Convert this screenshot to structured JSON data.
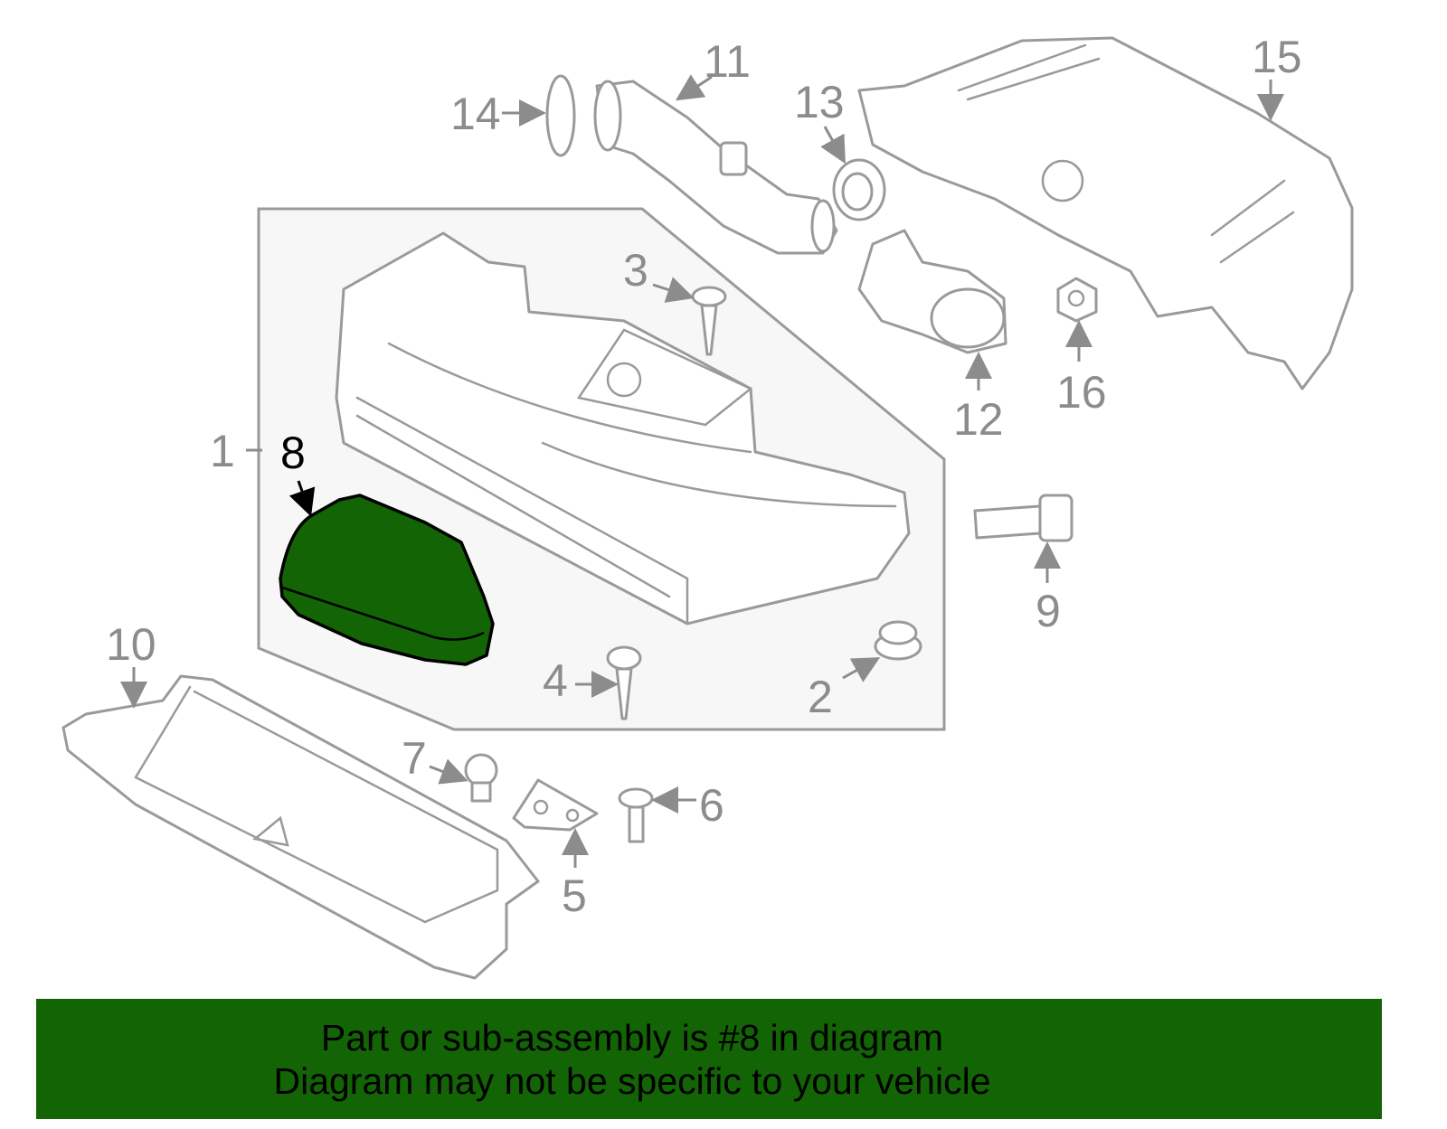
{
  "diagram": {
    "highlighted_part": "8",
    "highlight_color": "#126405",
    "callouts": [
      "1",
      "2",
      "3",
      "4",
      "5",
      "6",
      "7",
      "8",
      "9",
      "10",
      "11",
      "12",
      "13",
      "14",
      "15",
      "16"
    ]
  },
  "banner": {
    "line1": "Part or sub-assembly is #8 in diagram",
    "line2": "Diagram may not be specific to your vehicle",
    "background": "#126405"
  }
}
